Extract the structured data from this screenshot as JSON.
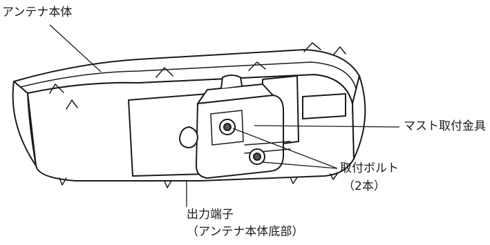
{
  "labels": {
    "antenna_body": "アンテナ本体",
    "mast_bracket": "マスト取付金具",
    "mount_bolts_line1": "取付ボルト",
    "mount_bolts_line2": "（2本）",
    "output_terminal_line1": "出力端子",
    "output_terminal_line2": "（アンテナ本体底部）"
  }
}
